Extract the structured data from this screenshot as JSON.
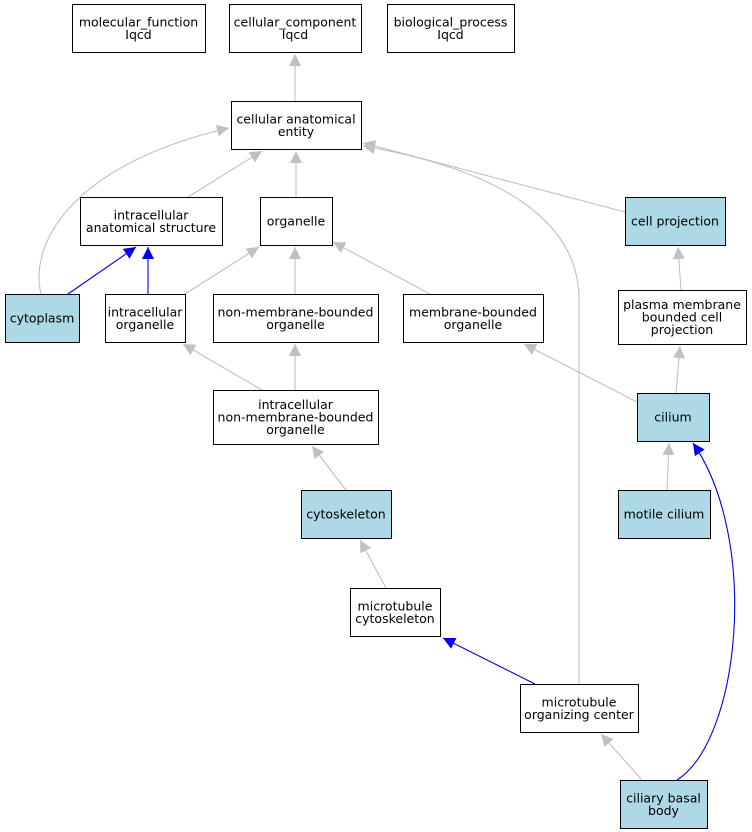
{
  "colors": {
    "highlight_fill": "#add8e6",
    "plain_fill": "#ffffff",
    "edge_gray": "#c0c0c0",
    "edge_blue": "#0000ee"
  },
  "nodes": [
    {
      "id": "mf",
      "lines": [
        "molecular_function",
        "Iqcd"
      ],
      "highlight": false
    },
    {
      "id": "cc",
      "lines": [
        "cellular_component",
        "Iqcd"
      ],
      "highlight": false
    },
    {
      "id": "bp",
      "lines": [
        "biological_process",
        "Iqcd"
      ],
      "highlight": false
    },
    {
      "id": "cae",
      "lines": [
        "cellular anatomical",
        "entity"
      ],
      "highlight": false
    },
    {
      "id": "ias",
      "lines": [
        "intracellular",
        "anatomical structure"
      ],
      "highlight": false
    },
    {
      "id": "org",
      "lines": [
        "organelle"
      ],
      "highlight": false
    },
    {
      "id": "cproj",
      "lines": [
        "cell projection"
      ],
      "highlight": true
    },
    {
      "id": "cyto",
      "lines": [
        "cytoplasm"
      ],
      "highlight": true
    },
    {
      "id": "iorg",
      "lines": [
        "intracellular",
        "organelle"
      ],
      "highlight": false
    },
    {
      "id": "nmbo",
      "lines": [
        "non-membrane-bounded",
        "organelle"
      ],
      "highlight": false
    },
    {
      "id": "mbo",
      "lines": [
        "membrane-bounded",
        "organelle"
      ],
      "highlight": false
    },
    {
      "id": "pmbcp",
      "lines": [
        "plasma membrane",
        "bounded cell",
        "projection"
      ],
      "highlight": false
    },
    {
      "id": "inmbo",
      "lines": [
        "intracellular",
        "non-membrane-bounded",
        "organelle"
      ],
      "highlight": false
    },
    {
      "id": "cil",
      "lines": [
        "cilium"
      ],
      "highlight": true
    },
    {
      "id": "csk",
      "lines": [
        "cytoskeleton"
      ],
      "highlight": true
    },
    {
      "id": "mcil",
      "lines": [
        "motile cilium"
      ],
      "highlight": true
    },
    {
      "id": "mtcs",
      "lines": [
        "microtubule",
        "cytoskeleton"
      ],
      "highlight": false
    },
    {
      "id": "mtoc",
      "lines": [
        "microtubule",
        "organizing center"
      ],
      "highlight": false
    },
    {
      "id": "cbb",
      "lines": [
        "ciliary basal",
        "body"
      ],
      "highlight": true
    }
  ],
  "edges": [
    {
      "from": "cae",
      "to": "cc",
      "color": "gray"
    },
    {
      "from": "ias",
      "to": "cae",
      "color": "gray"
    },
    {
      "from": "org",
      "to": "cae",
      "color": "gray"
    },
    {
      "from": "cyto",
      "to": "cae",
      "color": "gray"
    },
    {
      "from": "cproj",
      "to": "cae",
      "color": "gray"
    },
    {
      "from": "mtoc",
      "to": "cae",
      "color": "gray"
    },
    {
      "from": "cyto",
      "to": "ias",
      "color": "blue"
    },
    {
      "from": "iorg",
      "to": "ias",
      "color": "blue"
    },
    {
      "from": "iorg",
      "to": "org",
      "color": "gray"
    },
    {
      "from": "nmbo",
      "to": "org",
      "color": "gray"
    },
    {
      "from": "mbo",
      "to": "org",
      "color": "gray"
    },
    {
      "from": "pmbcp",
      "to": "cproj",
      "color": "gray"
    },
    {
      "from": "inmbo",
      "to": "iorg",
      "color": "gray"
    },
    {
      "from": "inmbo",
      "to": "nmbo",
      "color": "gray"
    },
    {
      "from": "cil",
      "to": "mbo",
      "color": "gray"
    },
    {
      "from": "cil",
      "to": "pmbcp",
      "color": "gray"
    },
    {
      "from": "csk",
      "to": "inmbo",
      "color": "gray"
    },
    {
      "from": "mcil",
      "to": "cil",
      "color": "gray"
    },
    {
      "from": "mtcs",
      "to": "csk",
      "color": "gray"
    },
    {
      "from": "mtoc",
      "to": "mtcs",
      "color": "blue"
    },
    {
      "from": "cbb",
      "to": "mtoc",
      "color": "gray"
    },
    {
      "from": "cbb",
      "to": "cil",
      "color": "blue"
    }
  ]
}
